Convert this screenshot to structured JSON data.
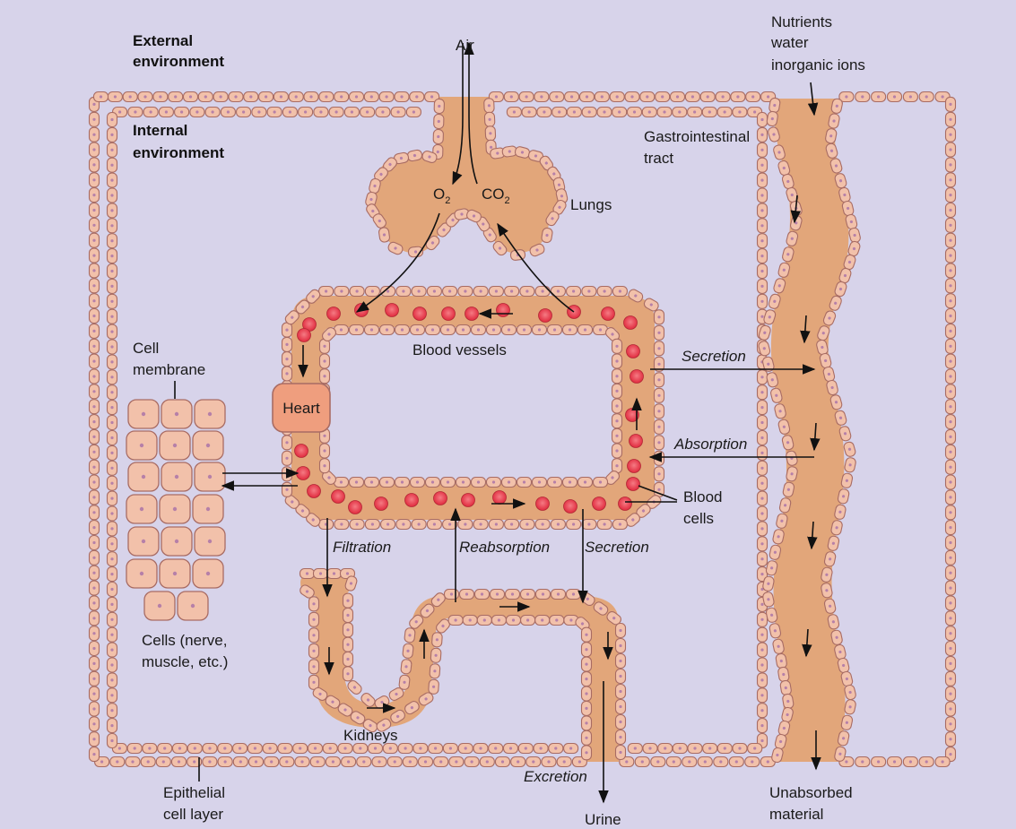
{
  "labels": {
    "external_environment": [
      "External",
      "environment"
    ],
    "internal_environment": [
      "Internal",
      "environment"
    ],
    "air": "Air",
    "o2": "O",
    "co2": "CO",
    "subscript_2": "2",
    "lungs": "Lungs",
    "nutrients": [
      "Nutrients",
      "water",
      "inorganic ions"
    ],
    "gastrointestinal_tract": [
      "Gastrointestinal",
      "tract"
    ],
    "blood_vessels": "Blood vessels",
    "heart": "Heart",
    "cell_membrane": [
      "Cell",
      "membrane"
    ],
    "cells": [
      "Cells (nerve,",
      "muscle, etc.)"
    ],
    "secretion_gi": "Secretion",
    "absorption": "Absorption",
    "blood_cells": [
      "Blood",
      "cells"
    ],
    "filtration": "Filtration",
    "reabsorption": "Reabsorption",
    "secretion_kidney": "Secretion",
    "kidneys": "Kidneys",
    "excretion": "Excretion",
    "urine": "Urine",
    "epithelial": [
      "Epithelial",
      "cell layer"
    ],
    "unabsorbed": [
      "Unabsorbed",
      "material"
    ]
  },
  "colors": {
    "background": "#d7d3ea",
    "fluid": "#e2a67a",
    "cell_fill": "#f2c1aa",
    "cell_stroke": "#a86c64",
    "nucleus": "#b680a8",
    "blood_cell": "#ee3f4f"
  }
}
